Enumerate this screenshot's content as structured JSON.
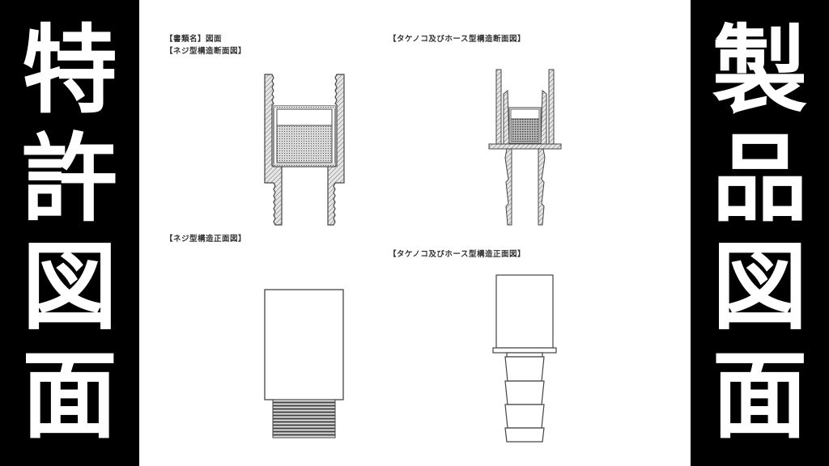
{
  "left_banner": {
    "title": "特許図面",
    "chars": [
      "特",
      "許",
      "図",
      "面"
    ]
  },
  "right_banner": {
    "title": "製品図面",
    "chars": [
      "製",
      "品",
      "図",
      "面"
    ]
  },
  "sheet": {
    "header_doc_name": "【書類名】図面",
    "figures": [
      {
        "id": "screw-section",
        "label": "【ネジ型構造断面図】"
      },
      {
        "id": "barb-section",
        "label": "【タケノコ及びホース型構造断面図】"
      },
      {
        "id": "screw-front",
        "label": "【ネジ型構造正面図】"
      },
      {
        "id": "barb-front",
        "label": "【タケノコ及びホース型構造正面図】"
      }
    ]
  },
  "colors": {
    "banner_bg": "#000000",
    "banner_text": "#ffffff",
    "sheet_bg": "#ffffff",
    "line": "#444444",
    "hatch": "#777777"
  }
}
